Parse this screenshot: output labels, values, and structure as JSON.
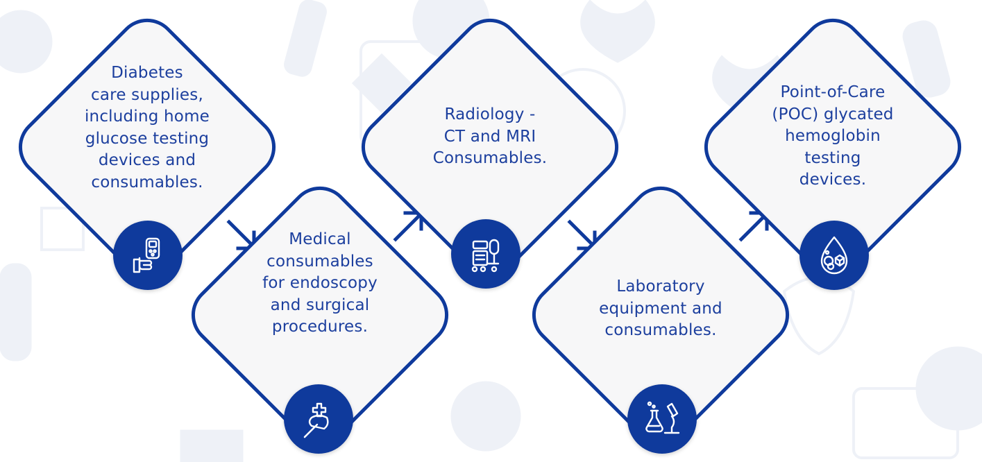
{
  "cards": [
    {
      "text": "Diabetes\ncare supplies,\nincluding home\nglucose testing\ndevices and\nconsumables.",
      "icon": "glucose-meter-icon"
    },
    {
      "text": "Medical\nconsumables\nfor endoscopy\nand surgical\nprocedures.",
      "icon": "surgical-scalpel-icon"
    },
    {
      "text": "Radiology -\nCT and MRI\nConsumables.",
      "icon": "mri-machine-icon"
    },
    {
      "text": "Laboratory\nequipment and\nconsumables.",
      "icon": "lab-flask-microscope-icon"
    },
    {
      "text": "Point-of-Care\n(POC) glycated\nhemoglobin\ntesting\ndevices.",
      "icon": "blood-drop-cells-icon"
    }
  ],
  "colors": {
    "stroke": "#0f3a9c",
    "card_fill": "#f7f7f8",
    "text": "#1c3f9e",
    "background_icons": "#eef1f7"
  }
}
